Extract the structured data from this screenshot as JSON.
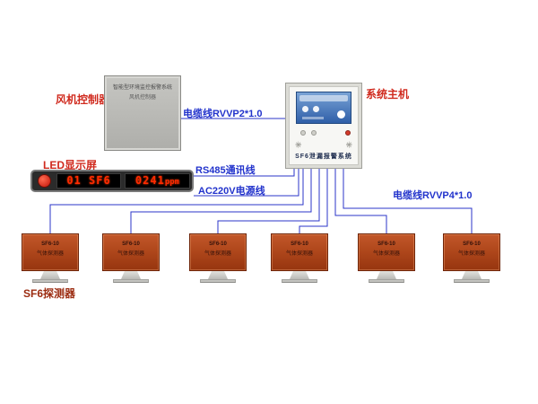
{
  "diagram": {
    "labels": {
      "fan_controller": "风机控制器",
      "system_host": "系统主机",
      "led_display": "LED显示屏",
      "sf6_detector": "SF6探测器",
      "cable_rvvp2": "电缆线RVVP2*1.0",
      "rs485": "RS485通讯线",
      "ac220v": "AC220V电源线",
      "cable_rvvp4": "电缆线RVVP4*1.0"
    },
    "fan_box": {
      "line1": "智能型环境监控报警系统",
      "line2": "风机控制器"
    },
    "host": {
      "panel_label": "SF6泄漏报警系统"
    },
    "led": {
      "channel": "01",
      "gas": "SF6",
      "value": "0241",
      "unit": "ppm"
    },
    "detector": {
      "model": "SF6-10",
      "name": "气体探测器",
      "count": 6
    },
    "colors": {
      "wire": "#2b35c8",
      "label_red": "#d02a1e",
      "label_blue": "#2233cc",
      "detector_body": "#b2491d",
      "led_text": "#ff2a00"
    }
  }
}
